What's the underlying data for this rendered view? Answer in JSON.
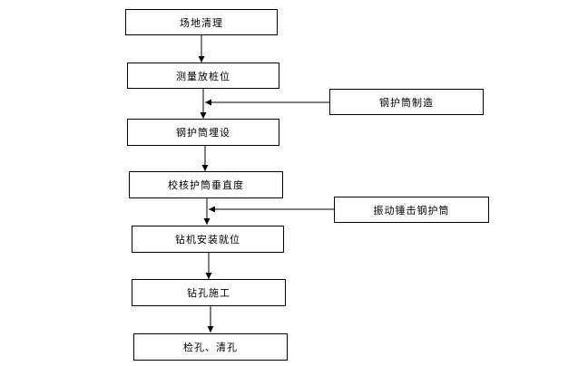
{
  "flowchart": {
    "steps": [
      "场地清理",
      "测量放桩位",
      "钢护筒埋设",
      "校核护筒垂直度",
      "钻机安装就位",
      "钻孔施工",
      "检孔、清孔"
    ],
    "side_inputs": [
      "钢护筒制造",
      "振动锤击钢护筒"
    ]
  }
}
